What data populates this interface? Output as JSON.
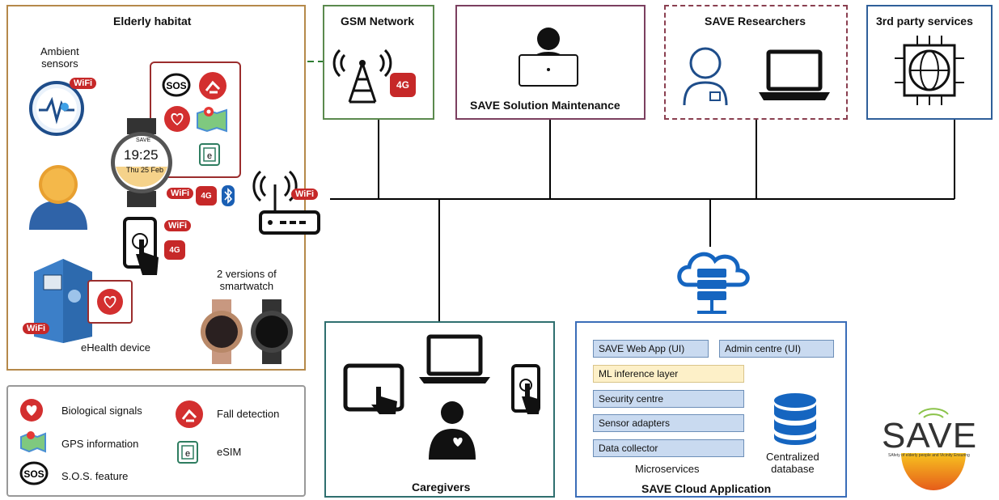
{
  "habitat": {
    "title": "Elderly habitat",
    "ambient": "Ambient\nsensors",
    "versions": "2 versions of\nsmartwatch",
    "ehealth": "eHealth device"
  },
  "watch": {
    "time": "19:25",
    "date": "Thu 25 Feb",
    "brand": "SAVE"
  },
  "network": {
    "gsm": "GSM Network",
    "maintenance": "SAVE Solution Maintenance",
    "researchers": "SAVE Researchers",
    "third": "3rd party services"
  },
  "badges": {
    "wifi": "WiFi",
    "g4": "4G"
  },
  "caregivers": {
    "title": "Caregivers"
  },
  "cloud": {
    "title": "SAVE Cloud Application",
    "webapp": "SAVE Web App (UI)",
    "admin": "Admin centre (UI)",
    "ml": "ML inference layer",
    "security": "Security centre",
    "adapters": "Sensor adapters",
    "collector": "Data collector",
    "microservices": "Microservices",
    "database": "Centralized\ndatabase"
  },
  "legend": {
    "bio": "Biological signals",
    "fall": "Fall detection",
    "gps": "GPS information",
    "esim": "eSIM",
    "sos": "S.O.S. feature"
  },
  "logo": {
    "text": "SAVE",
    "sub": "SAfety of elderly people and Vicinity Ensuring"
  },
  "colors": {
    "habitat": "#b5894a",
    "gsm": "#5b8a4e",
    "maint": "#7b3f5f",
    "researchers": "#8a3f50",
    "third": "#2f5f9a",
    "cloud": "#3a6db8",
    "care": "#2f6f6f"
  }
}
